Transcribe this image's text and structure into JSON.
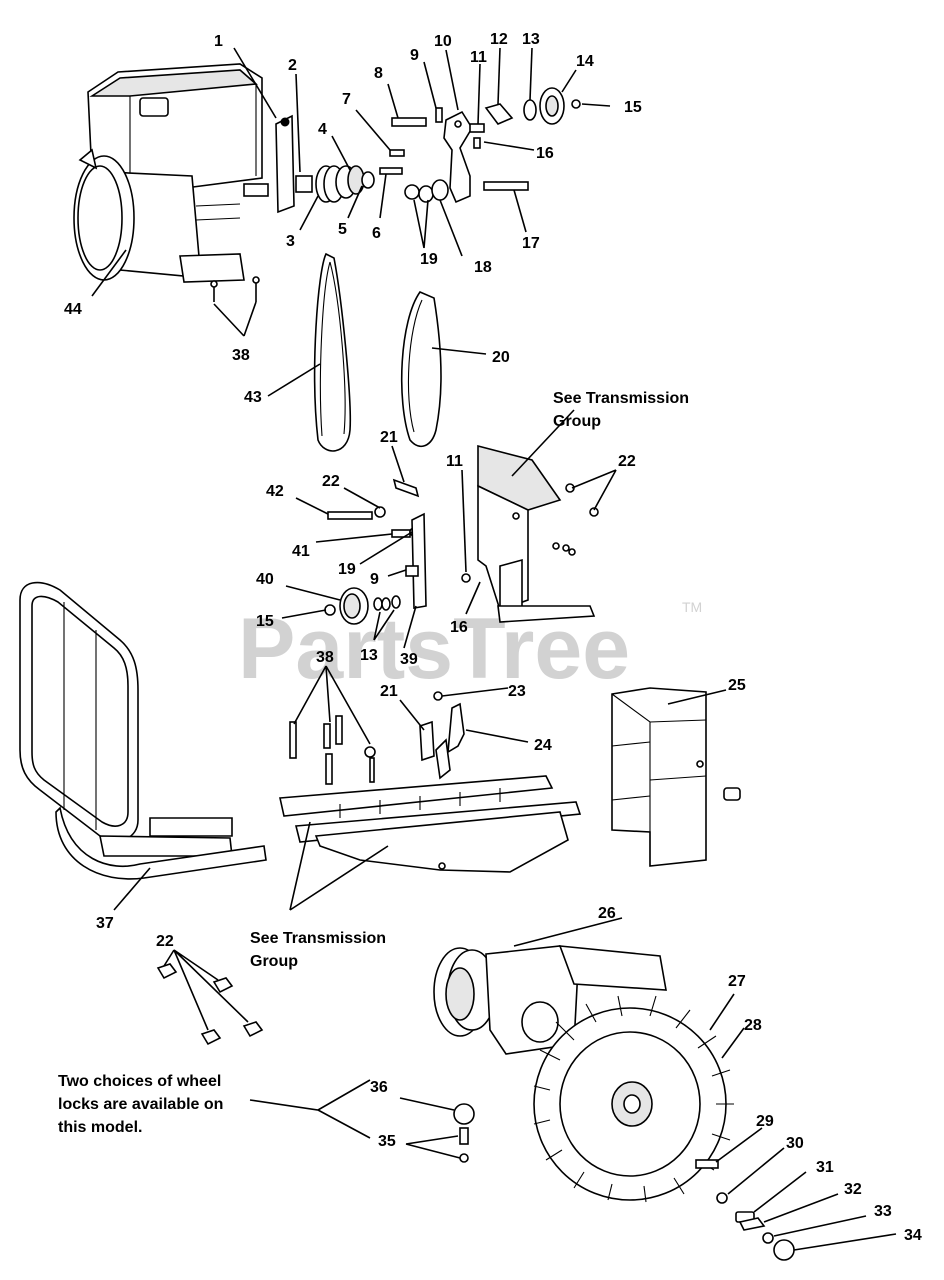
{
  "watermark": {
    "text": "PartsTree",
    "tm": "TM",
    "color": "#d2d2d2"
  },
  "notes": {
    "transmission_top": [
      "See Transmission",
      "Group"
    ],
    "transmission_bottom": [
      "See Transmission",
      "Group"
    ],
    "wheel_locks": [
      "Two choices of wheel",
      "locks are available on",
      "this model."
    ]
  },
  "callouts": [
    {
      "label": "1"
    },
    {
      "label": "2"
    },
    {
      "label": "3"
    },
    {
      "label": "4"
    },
    {
      "label": "5"
    },
    {
      "label": "6"
    },
    {
      "label": "7"
    },
    {
      "label": "8"
    },
    {
      "label": "9"
    },
    {
      "label": "10"
    },
    {
      "label": "11"
    },
    {
      "label": "12"
    },
    {
      "label": "13"
    },
    {
      "label": "14"
    },
    {
      "label": "15"
    },
    {
      "label": "16"
    },
    {
      "label": "17"
    },
    {
      "label": "18"
    },
    {
      "label": "19"
    },
    {
      "label": "44"
    },
    {
      "label": "38"
    },
    {
      "label": "43"
    },
    {
      "label": "20"
    },
    {
      "label": "21"
    },
    {
      "label": "22"
    },
    {
      "label": "42"
    },
    {
      "label": "22"
    },
    {
      "label": "11"
    },
    {
      "label": "41"
    },
    {
      "label": "19"
    },
    {
      "label": "9"
    },
    {
      "label": "40"
    },
    {
      "label": "15"
    },
    {
      "label": "13"
    },
    {
      "label": "39"
    },
    {
      "label": "16"
    },
    {
      "label": "38"
    },
    {
      "label": "21"
    },
    {
      "label": "23"
    },
    {
      "label": "24"
    },
    {
      "label": "25"
    },
    {
      "label": "37"
    },
    {
      "label": "22"
    },
    {
      "label": "26"
    },
    {
      "label": "27"
    },
    {
      "label": "28"
    },
    {
      "label": "36"
    },
    {
      "label": "35"
    },
    {
      "label": "29"
    },
    {
      "label": "30"
    },
    {
      "label": "31"
    },
    {
      "label": "32"
    },
    {
      "label": "33"
    },
    {
      "label": "34"
    }
  ]
}
